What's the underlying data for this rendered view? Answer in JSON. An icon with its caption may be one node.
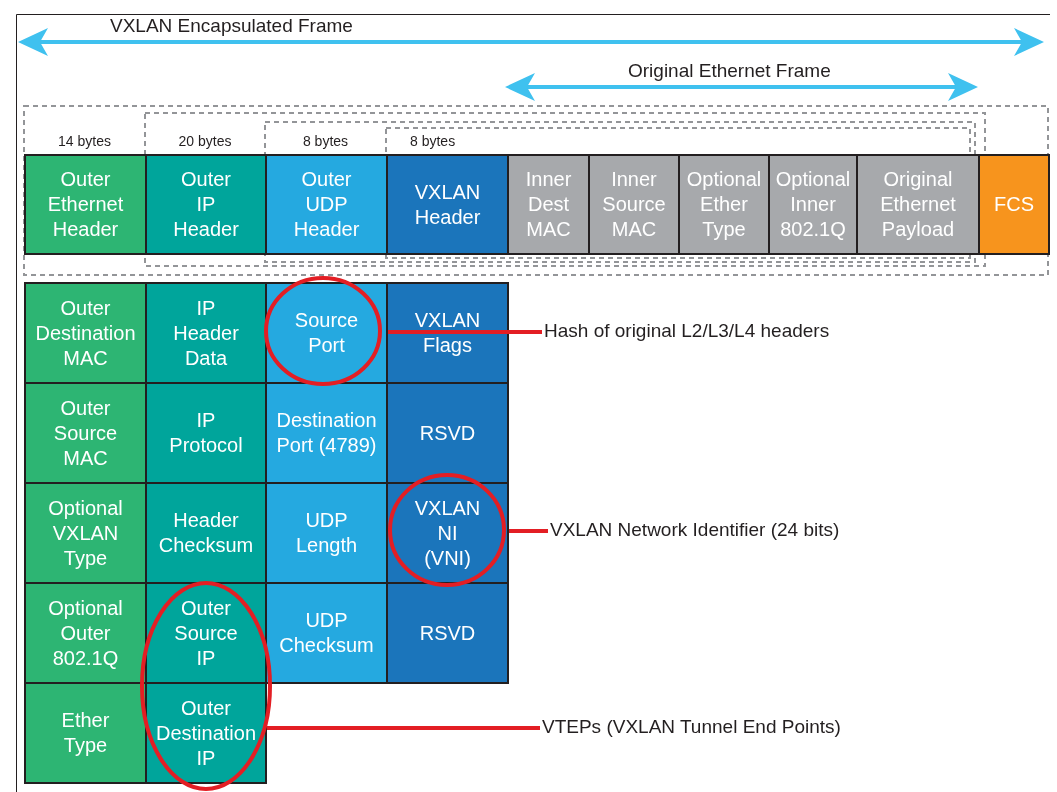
{
  "diagram": {
    "nodes": [
      {
        "text": [
          "Outer Ethernet Header"
        ],
        "beside": [
          "14 bytes"
        ]
      },
      {
        "text": [
          "Outer IP Header"
        ],
        "beside": [
          "20 bytes"
        ]
      },
      {
        "text": [
          "Outer UDP Header"
        ],
        "beside": [
          "8 bytes"
        ]
      },
      {
        "text": [
          "VXLAN Header"
        ],
        "beside": [
          "8 bytes"
        ]
      },
      {
        "text": [
          "Inner Dest MAC"
        ]
      },
      {
        "text": [
          "Inner Source MAC"
        ]
      },
      {
        "text": [
          "Optional Ether Type"
        ]
      },
      {
        "text": [
          "Optional Inner 802.1Q"
        ]
      },
      {
        "text": [
          "Original Ethernet Payload"
        ]
      },
      {
        "text": [
          "FCS"
        ]
      },
      {
        "text": [
          "Outer Destination MAC"
        ]
      },
      {
        "text": [
          "IP Header Data"
        ]
      },
      {
        "text": [
          "Source Port"
        ]
      },
      {
        "text": [
          "VXLAN Flags"
        ]
      },
      {
        "text": [
          "Outer Source MAC"
        ]
      },
      {
        "text": [
          "IP Protocol"
        ]
      },
      {
        "text": [
          "Destination Port (4789)"
        ]
      },
      {
        "text": [
          "RSVD"
        ]
      },
      {
        "text": [
          "Optional VXLAN Type"
        ]
      },
      {
        "text": [
          "Header Checksum"
        ]
      },
      {
        "text": [
          "UDP Length"
        ]
      },
      {
        "text": [
          "VXLAN NI (VNI)"
        ]
      },
      {
        "text": [
          "Optional Outer 802.1Q"
        ]
      },
      {
        "text": [
          "Outer Source IP"
        ]
      },
      {
        "text": [
          "UDP Checksum"
        ]
      },
      {
        "text": [
          "RSVD"
        ]
      },
      {
        "text": [
          "Ether Type"
        ]
      },
      {
        "text": [
          "Outer Destination IP"
        ]
      },
      {
        "text": [
          "Hash of original L2/L3/L4 headers"
        ]
      },
      {
        "text": [
          "VXLAN Network Identifier (24 bits)"
        ]
      },
      {
        "text": [
          "VTEPs (VXLAN Tunnel End Points)"
        ]
      }
    ],
    "edges": [
      {
        "from": 28,
        "to": 12,
        "arrow": "none"
      },
      {
        "from": 29,
        "to": 21,
        "arrow": "none"
      },
      {
        "from": 30,
        "to": 27,
        "arrow": "none"
      }
    ],
    "labels": [
      "VXLAN Encapsulated Frame",
      "Original Ethernet Frame"
    ]
  }
}
